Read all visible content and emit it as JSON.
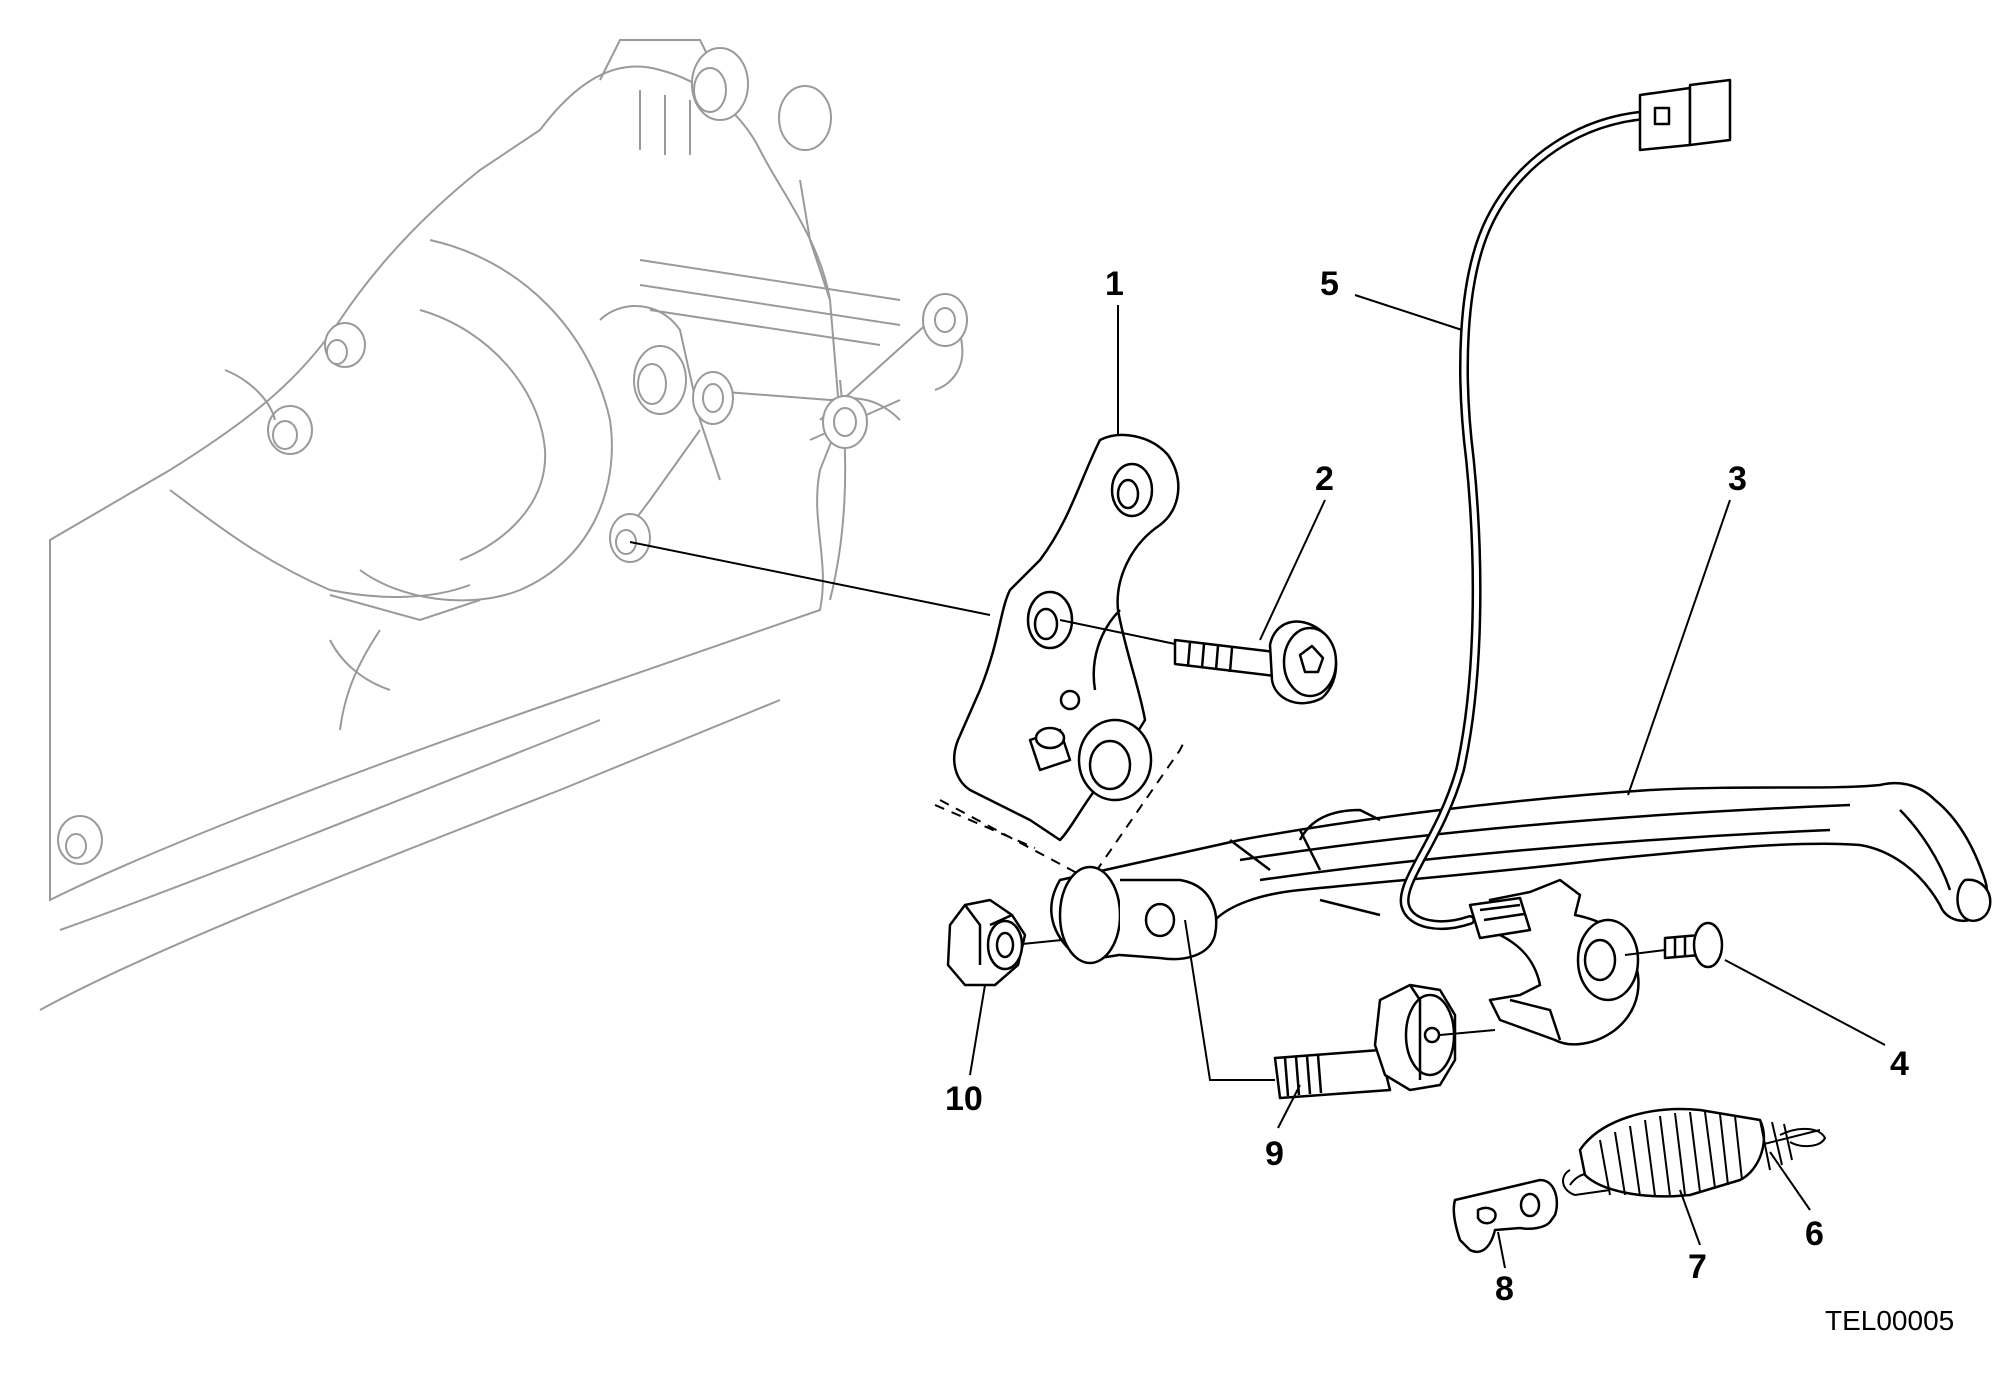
{
  "callouts": [
    {
      "id": "1",
      "text": "1"
    },
    {
      "id": "2",
      "text": "2"
    },
    {
      "id": "3",
      "text": "3"
    },
    {
      "id": "4",
      "text": "4"
    },
    {
      "id": "5",
      "text": "5"
    },
    {
      "id": "6",
      "text": "6"
    },
    {
      "id": "7",
      "text": "7"
    },
    {
      "id": "8",
      "text": "8"
    },
    {
      "id": "9",
      "text": "9"
    },
    {
      "id": "10",
      "text": "10"
    }
  ],
  "reference_code": "TEL00005"
}
